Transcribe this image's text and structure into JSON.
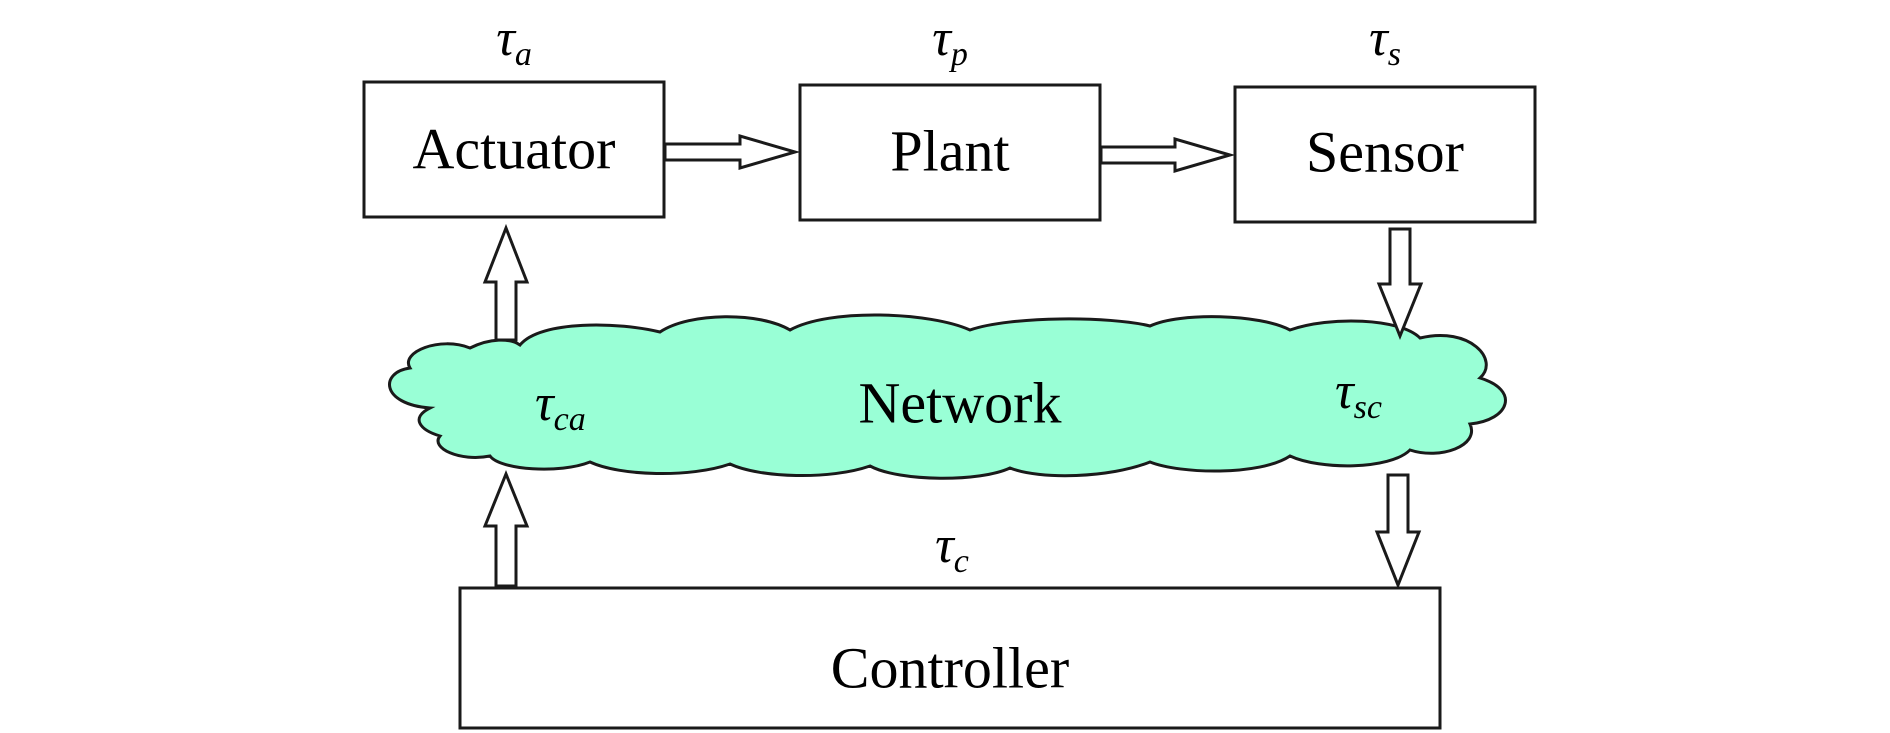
{
  "blocks": {
    "actuator": "Actuator",
    "plant": "Plant",
    "sensor": "Sensor",
    "controller": "Controller"
  },
  "network": {
    "label": "Network",
    "fill_color": "#99FFD6"
  },
  "delays": {
    "actuator": {
      "symbol": "τ",
      "sub": "a"
    },
    "plant": {
      "symbol": "τ",
      "sub": "p"
    },
    "sensor": {
      "symbol": "τ",
      "sub": "s"
    },
    "controller_to_actuator": {
      "symbol": "τ",
      "sub": "ca"
    },
    "sensor_to_controller": {
      "symbol": "τ",
      "sub": "sc"
    },
    "controller": {
      "symbol": "τ",
      "sub": "c"
    }
  }
}
